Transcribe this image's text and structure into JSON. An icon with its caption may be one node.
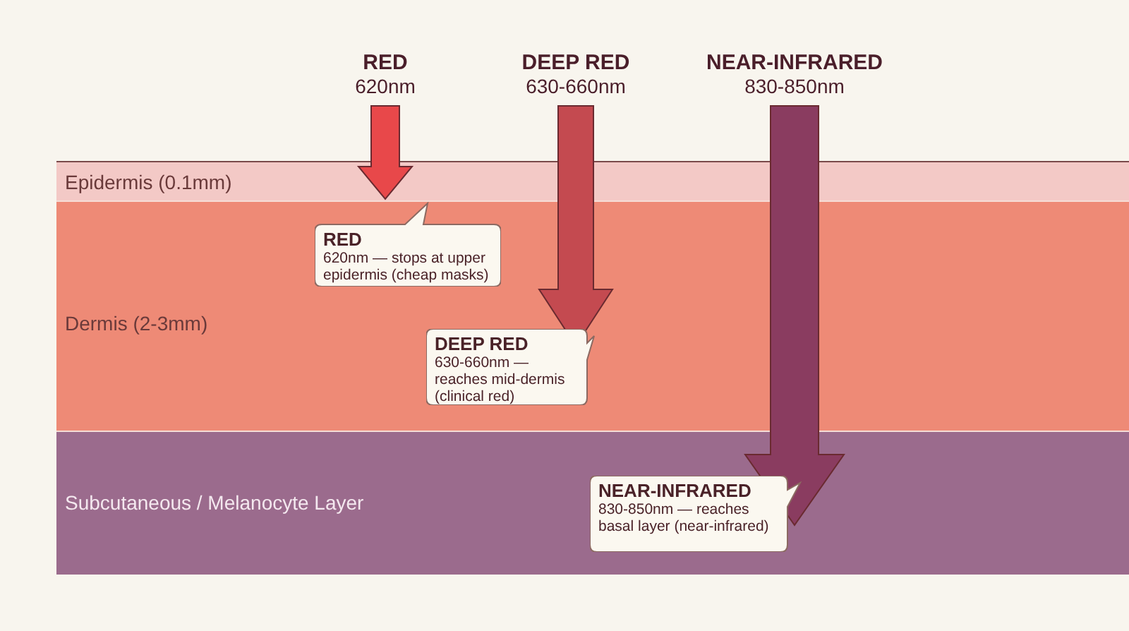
{
  "diagram": {
    "nodes": [
      {
        "text": [
          "Epidermis (0.1mm)"
        ]
      },
      {
        "text": [
          "Dermis (2-3mm)"
        ]
      },
      {
        "text": [
          "Subcutaneous / Melanocyte Layer"
        ]
      },
      {
        "text": [
          "RED",
          "620nm"
        ]
      },
      {
        "text": [
          "DEEP RED",
          "630-660nm"
        ]
      },
      {
        "text": [
          "NEAR-INFRARED",
          "830-850nm"
        ]
      },
      {
        "text": [
          "RED",
          "620nm — stops at upper epidermis (cheap masks)"
        ],
        "in": 1
      },
      {
        "text": [
          "DEEP RED",
          "630-660nm — reaches mid-dermis (clinical red)"
        ],
        "in": 1
      },
      {
        "text": [
          "NEAR-INFRARED",
          "830-850nm — reaches basal layer (near-infrared)"
        ],
        "in": 2
      }
    ],
    "edges": [
      {
        "from": 3,
        "to": null,
        "arrow": "to",
        "style": "thick",
        "color": "#e8484a"
      },
      {
        "from": 4,
        "to": null,
        "arrow": "to",
        "style": "thick",
        "color": "#c44a50"
      },
      {
        "from": 5,
        "to": null,
        "arrow": "to",
        "style": "thick",
        "color": "#8a3c60"
      }
    ]
  }
}
